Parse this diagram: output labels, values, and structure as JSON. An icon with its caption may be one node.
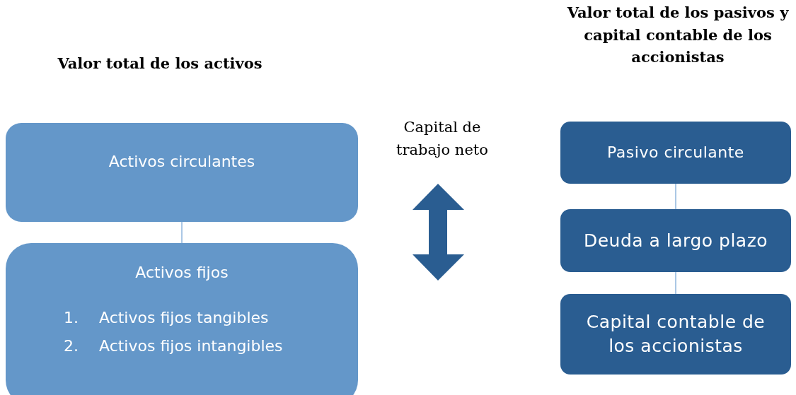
{
  "diagram": {
    "nodes": [
      {
        "text": [
          "Activos circulantes"
        ]
      },
      {
        "text": [
          "Activos fijos",
          "1. Activos fijos tangibles",
          "2. Activos fijos intangibles"
        ]
      },
      {
        "text": [
          "Pasivo circulante"
        ]
      },
      {
        "text": [
          "Deuda a largo plazo"
        ]
      },
      {
        "text": [
          "Capital contable de los accionistas"
        ]
      }
    ],
    "edges": [
      {
        "from": 0,
        "to": 1,
        "arrow": "none"
      },
      {
        "from": 2,
        "to": 3,
        "arrow": "none"
      },
      {
        "from": 3,
        "to": 4,
        "arrow": "none"
      }
    ],
    "labels": [
      "Valor total de los activos",
      "Valor total de los pasivos y capital contable de los accionistas",
      "Capital de trabajo neto"
    ]
  }
}
